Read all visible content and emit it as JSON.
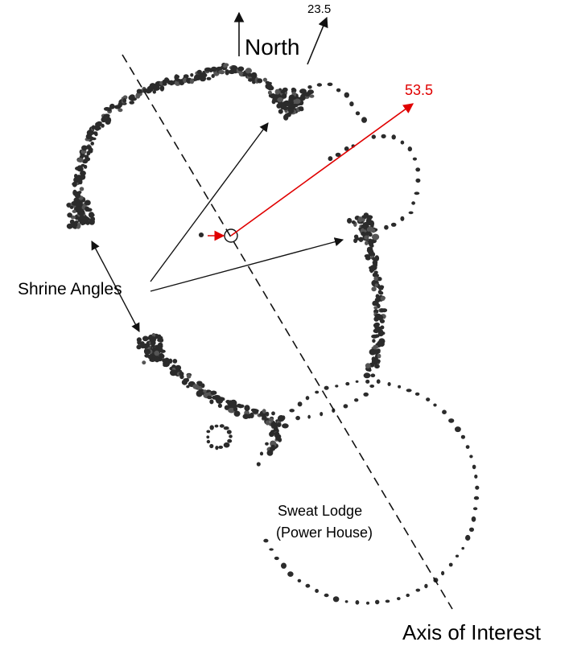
{
  "labels": {
    "north": "North",
    "bearing_small": "23.5",
    "bearing_red": "53.5",
    "shrine_angles": "Shrine Angles",
    "sweat_lodge_line1": "Sweat Lodge",
    "sweat_lodge_line2": "(Power House)",
    "axis_of_interest": "Axis of Interest"
  },
  "colors": {
    "stone": "#2b2b2b",
    "stone_light": "#555555",
    "arrow": "#111111",
    "highlight": "#e00000",
    "axis": "#111111"
  }
}
